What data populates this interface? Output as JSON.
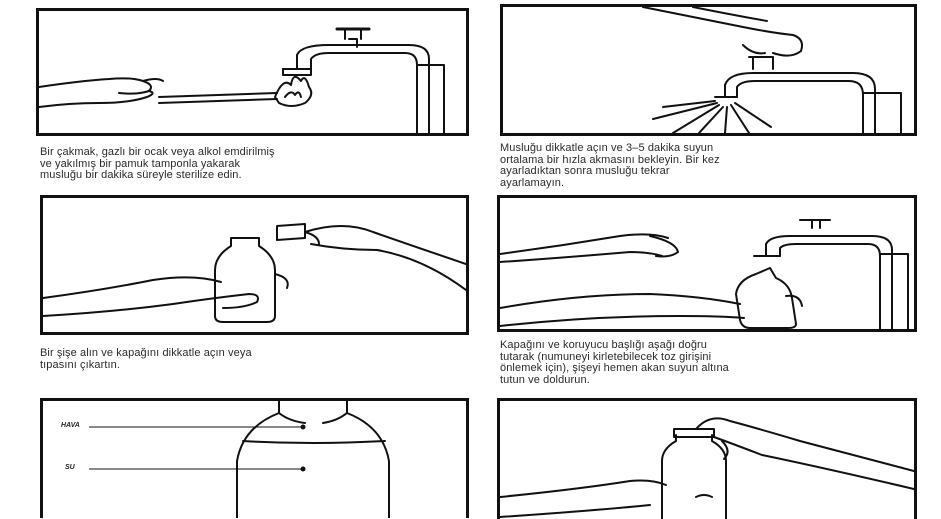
{
  "steps": [
    {
      "caption": "Bir çakmak, gazlı bir ocak veya alkol emdirilmiş\nve yakılmış bir pamuk tamponla yakarak\nmusluğu bir dakika süreyle sterilize edin."
    },
    {
      "caption": "Musluğu dikkatle açın ve 3–5 dakika suyun\nortalama bir hızla akmasını bekleyin. Bir kez\nayarladıktan sonra musluğu tekrar\nayarlamayın."
    },
    {
      "caption": "Bir şişe alın ve kapağını dikkatle açın veya\ntıpasını çıkartın."
    },
    {
      "caption": "Kapağını ve koruyucu başlığı aşağı doğru\ntutarak (numuneyi kirletebilecek toz girişini\nönlemek için), şişeyi hemen akan suyun altına\ntutun ve doldurun."
    }
  ],
  "bottle_labels": {
    "air": "HAVA",
    "water": "SU"
  }
}
